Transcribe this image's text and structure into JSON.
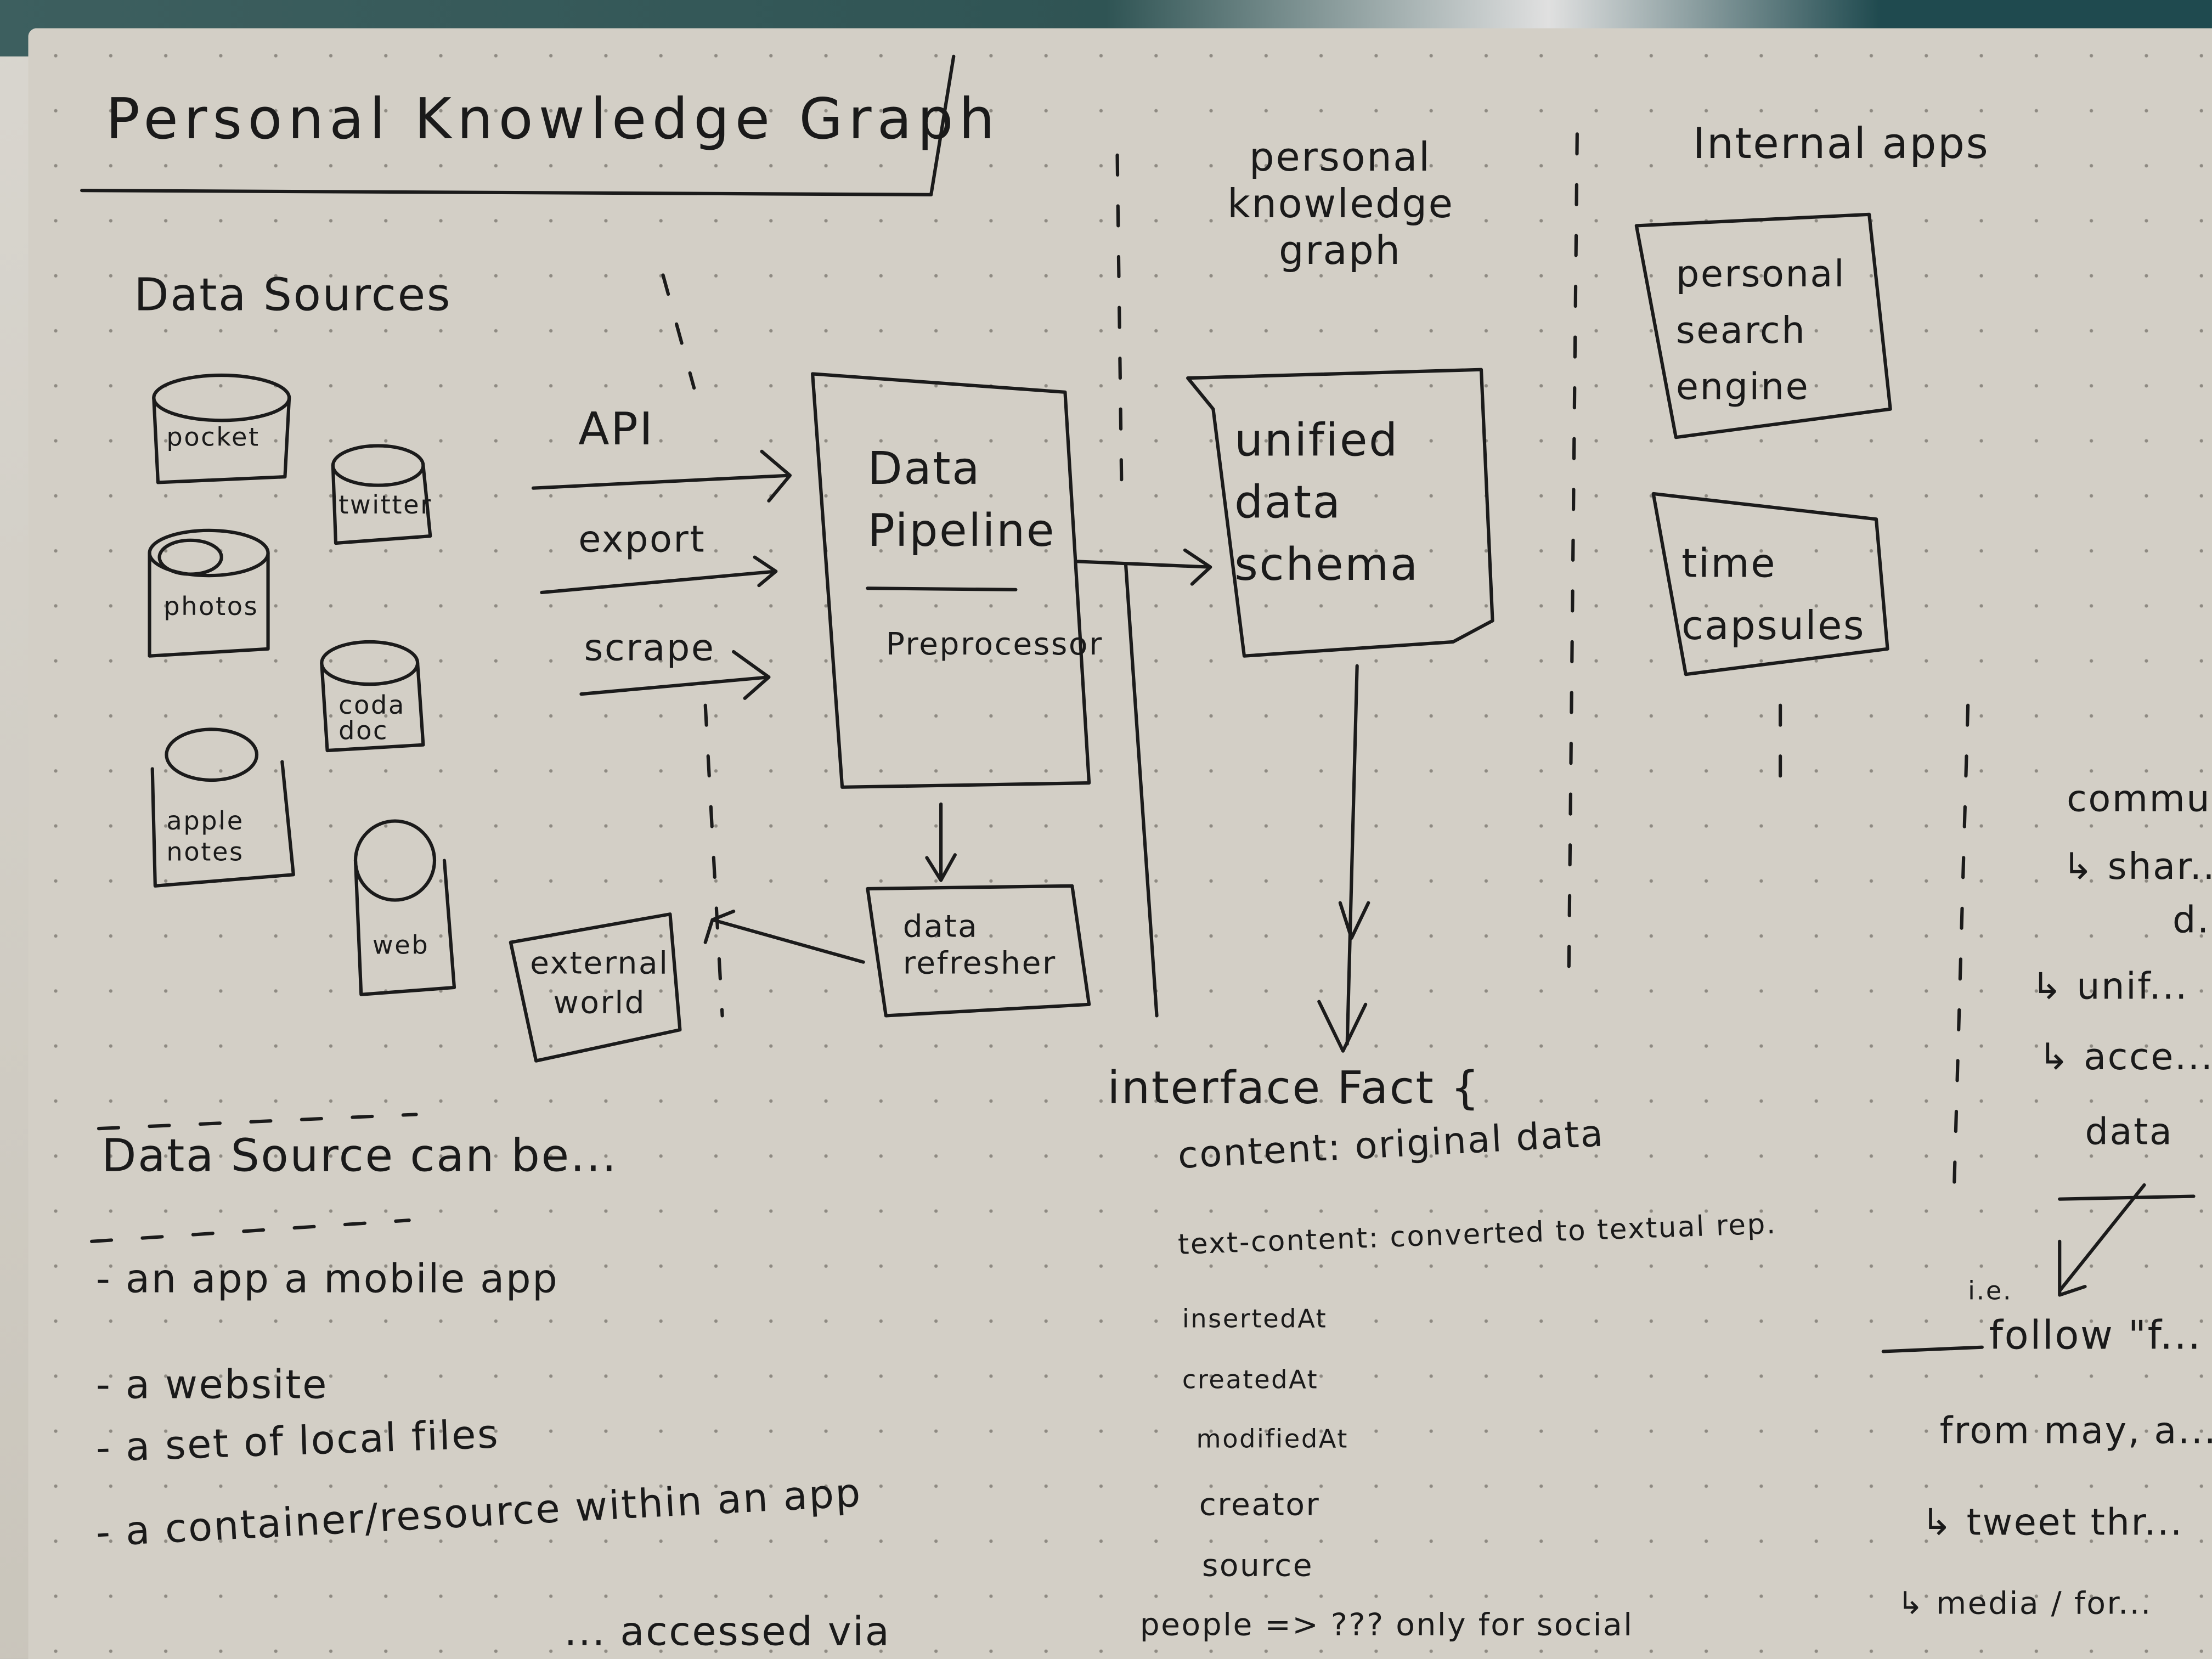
{
  "title": "Personal Knowledge Graph",
  "columns": {
    "data_sources": "Data Sources",
    "personal_knowledge_graph": "personal knowledge graph",
    "internal_apps": "Internal apps"
  },
  "sources": [
    "pocket",
    "twitter",
    "photos",
    "coda doc",
    "apple notes",
    "web"
  ],
  "ingest_methods": [
    "API",
    "export",
    "scrape"
  ],
  "pipeline": {
    "title": "Data Pipeline",
    "sub": "Preprocessor"
  },
  "refresher": "data refresher",
  "external": "external world",
  "schema": "unified data schema",
  "apps": [
    "personal search engine",
    "time capsules"
  ],
  "data_source_note": {
    "heading": "Data Source can be...",
    "items": [
      "an app a mobile app",
      "a website",
      "a set of local files",
      "a container/resource within an app"
    ],
    "cutoff": "... accessed via"
  },
  "interface": {
    "header": "interface Fact {",
    "fields": [
      "content: original data",
      "text-content: converted to textual rep.",
      "insertedAt",
      "createdAt",
      "modifiedAt",
      "creator",
      "source",
      "people => ??? only for social"
    ]
  },
  "right_notes": [
    "commu...",
    "↳ shar...",
    "d...",
    "↳ unif...",
    "↳ acce...",
    "data",
    "i.e.",
    "follow \"f...",
    "from may, a...",
    "↳ tweet thr...",
    "↳ media / for..."
  ]
}
